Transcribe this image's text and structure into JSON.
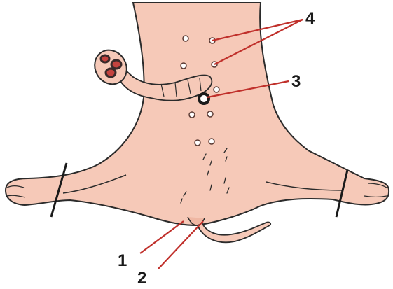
{
  "labels": [
    {
      "id": "1",
      "text": "1"
    },
    {
      "id": "2",
      "text": "2"
    },
    {
      "id": "3",
      "text": "3"
    },
    {
      "id": "4",
      "text": "4"
    }
  ],
  "colors": {
    "skin": "#f6c9b8",
    "skin_shade": "#efb7a3",
    "outline": "#2b2b2b",
    "leader": "#c0302b",
    "teat_ring": "#5a3a33",
    "gut_dark": "#3a2a2a",
    "gut_red": "#c4433f"
  }
}
